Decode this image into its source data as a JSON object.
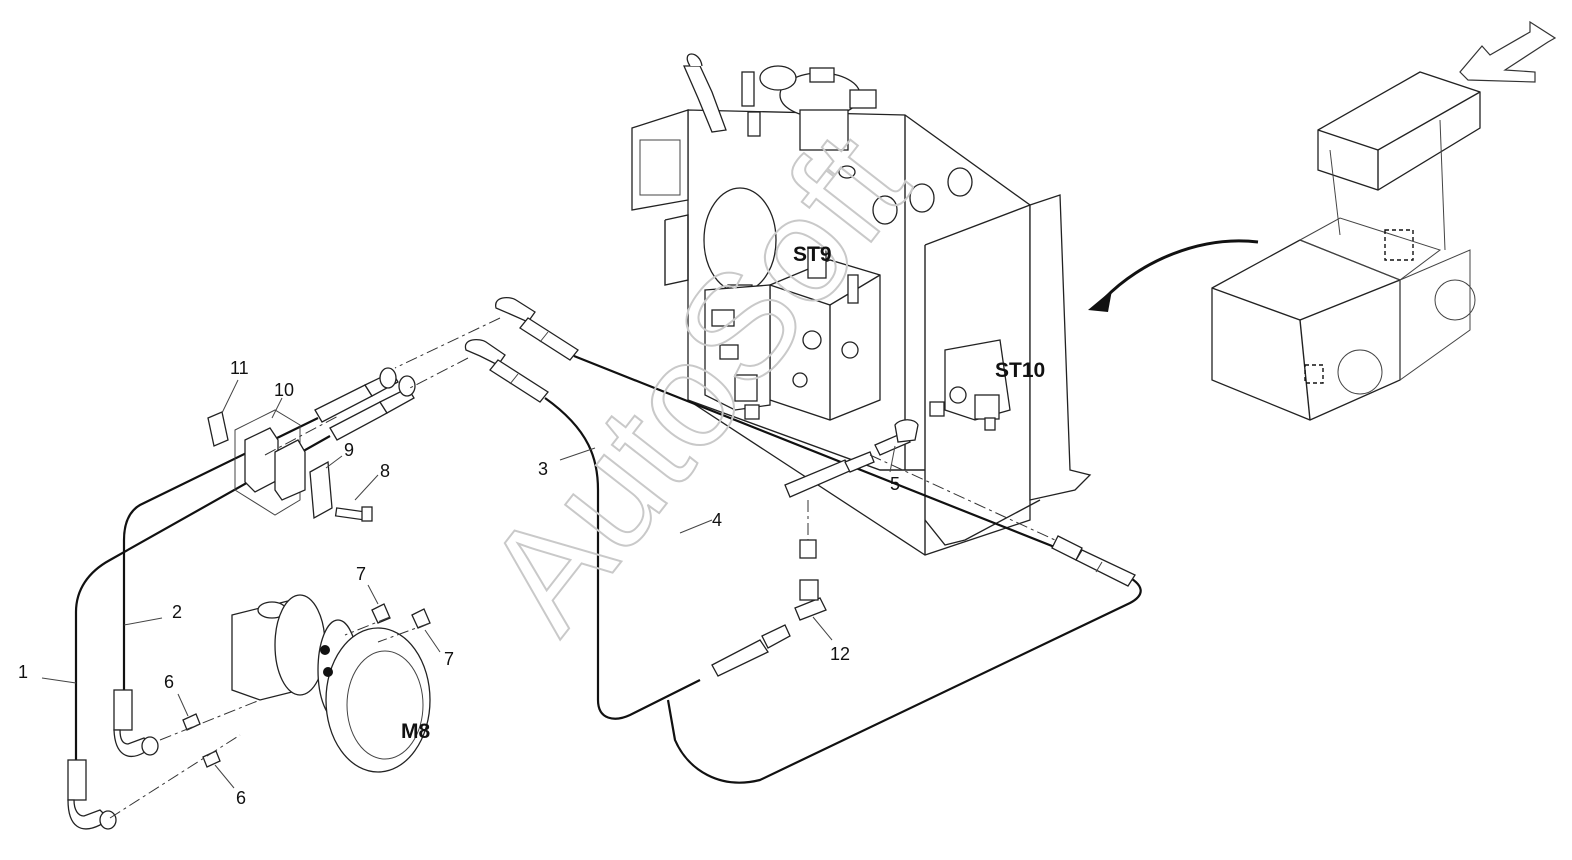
{
  "callouts": [
    "1",
    "2",
    "3",
    "4",
    "5",
    "6",
    "6",
    "7",
    "7",
    "8",
    "9",
    "10",
    "11",
    "12"
  ],
  "zones": {
    "st9": "ST9",
    "st10": "ST10",
    "m8": "M8"
  },
  "watermark": "AutoSoft",
  "icons": [
    "view-direction-arrow-icon",
    "curved-pointer-arrow-icon"
  ]
}
